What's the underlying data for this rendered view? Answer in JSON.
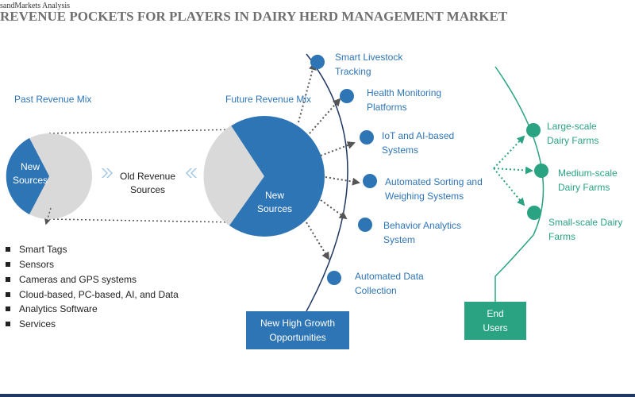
{
  "header": {
    "source": "sandMarkets Analysis",
    "title": "REVENUE POCKETS FOR PLAYERS IN DAIRY HERD MANAGEMENT MARKET"
  },
  "past": {
    "heading": "Past Revenue Mix",
    "pie_label_line1": "New",
    "pie_label_line2": "Sources"
  },
  "old_revenue": {
    "line1": "Old Revenue",
    "line2": "Sources"
  },
  "future": {
    "heading": "Future Revenue Mix",
    "pie_label_line1": "New",
    "pie_label_line2": "Sources"
  },
  "old_sources_list": [
    "Smart Tags",
    "Sensors",
    "Cameras and GPS systems",
    "Cloud-based, PC-based, AI, and Data",
    "Analytics Software",
    "Services"
  ],
  "opportunities": [
    {
      "line1": "Smart Livestock",
      "line2": "Tracking"
    },
    {
      "line1": "Health Monitoring",
      "line2": "Platforms"
    },
    {
      "line1": "IoT and AI-based",
      "line2": "Systems"
    },
    {
      "line1": "Automated Sorting and",
      "line2": "Weighing Systems"
    },
    {
      "line1": "Behavior Analytics",
      "line2": "System"
    },
    {
      "line1": "Automated Data",
      "line2": "Collection"
    }
  ],
  "growth_box": {
    "line1": "New High Growth",
    "line2": "Opportunities"
  },
  "end_users": [
    {
      "line1": "Large-scale",
      "line2": "Dairy Farms"
    },
    {
      "line1": "Medium-scale",
      "line2": "Dairy Farms"
    },
    {
      "line1": "Small-scale Dairy",
      "line2": "Farms"
    }
  ],
  "end_users_box": {
    "line1": "End",
    "line2": "Users"
  },
  "colors": {
    "blue": "#2e75b6",
    "grey": "#d9d9d9",
    "green": "#2aa383",
    "navy": "#1f3864"
  }
}
